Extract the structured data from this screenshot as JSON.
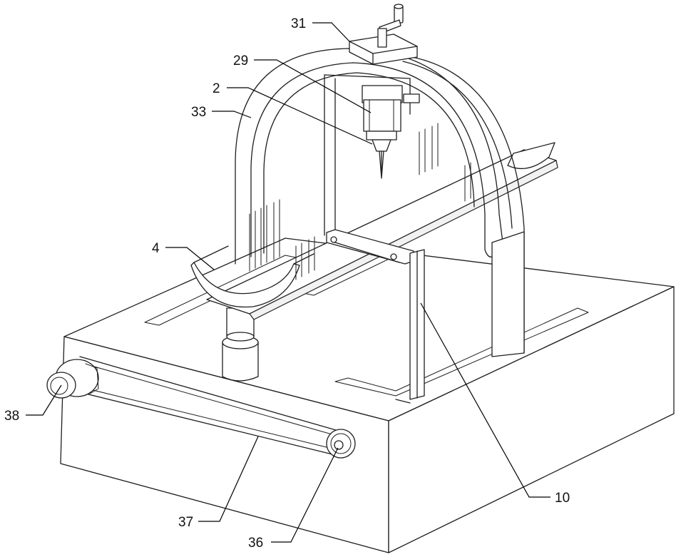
{
  "labels": {
    "l31": "31",
    "l29": "29",
    "l2": "2",
    "l33": "33",
    "l4": "4",
    "l38": "38",
    "l37": "37",
    "l36": "36",
    "l10": "10"
  }
}
